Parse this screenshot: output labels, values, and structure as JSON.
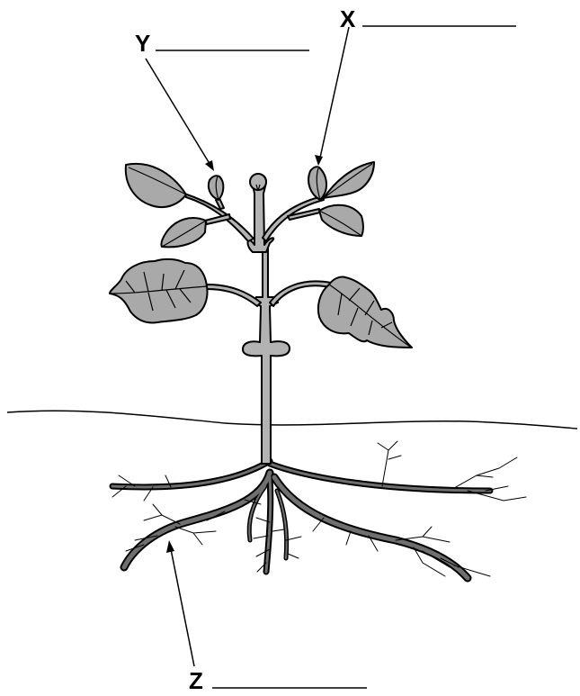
{
  "labels": {
    "x": "X",
    "y": "Y",
    "z": "Z"
  },
  "colors": {
    "leaf": "#a9a9a9",
    "stem": "#b3b3b3",
    "root": "#6f6f6f",
    "outline": "#000000",
    "background": "#ffffff"
  }
}
